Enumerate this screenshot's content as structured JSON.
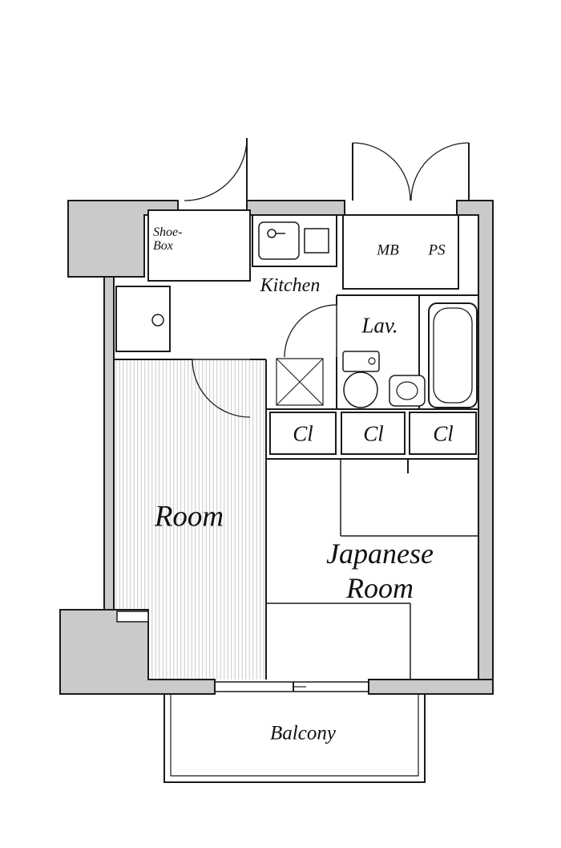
{
  "title": "Apartment floor plan",
  "colors": {
    "wall_fill": "#cacaca",
    "line": "#1a1a1a",
    "hatch": "#c8c8c8",
    "background": "#ffffff"
  },
  "floorplan": {
    "rooms": {
      "western_room": {
        "label": "Room"
      },
      "japanese_room": {
        "label_line1": "Japanese",
        "label_line2": "Room"
      },
      "kitchen": {
        "label": "Kitchen"
      },
      "lavatory": {
        "label": "Lav."
      },
      "balcony": {
        "label": "Balcony"
      }
    },
    "storage": {
      "shoe_box": {
        "label_line1": "Shoe-",
        "label_line2": "Box"
      },
      "closets": [
        {
          "label": "Cl"
        },
        {
          "label": "Cl"
        },
        {
          "label": "Cl"
        }
      ]
    },
    "utilities": {
      "meter_box": {
        "label": "MB"
      },
      "pipe_space": {
        "label": "PS"
      }
    }
  }
}
